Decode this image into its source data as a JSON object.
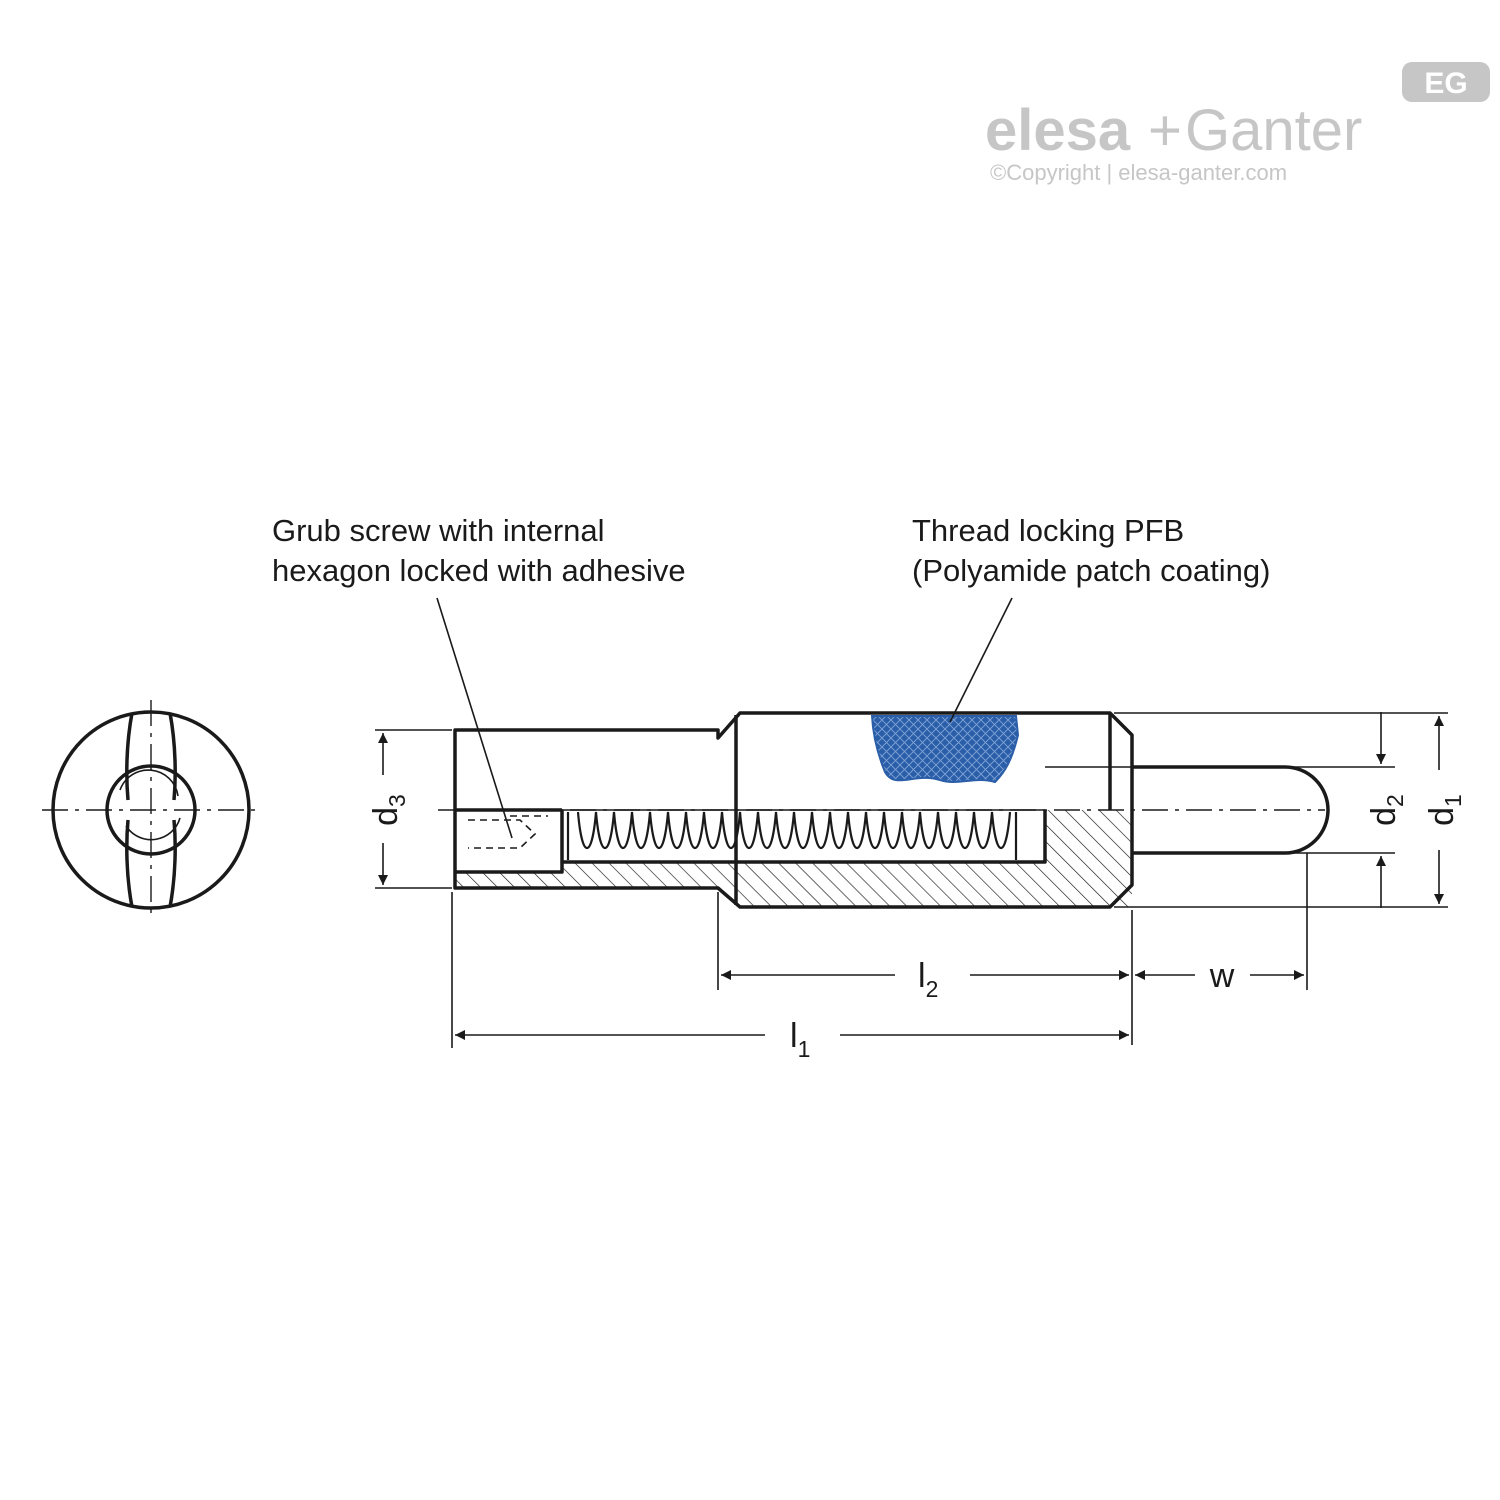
{
  "brand": {
    "name_part1": "elesa",
    "plus": "+",
    "name_part2": "Ganter",
    "copyright": "©Copyright | elesa-ganter.com",
    "badge": "EG",
    "color": "#c6c6c6"
  },
  "callouts": {
    "grub_screw": {
      "line1": "Grub screw with internal",
      "line2": "hexagon locked with adhesive"
    },
    "thread_locking": {
      "line1": "Thread locking PFB",
      "line2": "(Polyamide patch coating)"
    }
  },
  "dimensions": {
    "d3": {
      "base": "d",
      "sub": "3"
    },
    "d2": {
      "base": "d",
      "sub": "2"
    },
    "d1": {
      "base": "d",
      "sub": "1"
    },
    "l2": {
      "base": "l",
      "sub": "2"
    },
    "w": {
      "base": "w"
    },
    "l1": {
      "base": "l",
      "sub": "1"
    }
  },
  "colors": {
    "line": "#1a1a1a",
    "patch": "#2b5ea8"
  }
}
